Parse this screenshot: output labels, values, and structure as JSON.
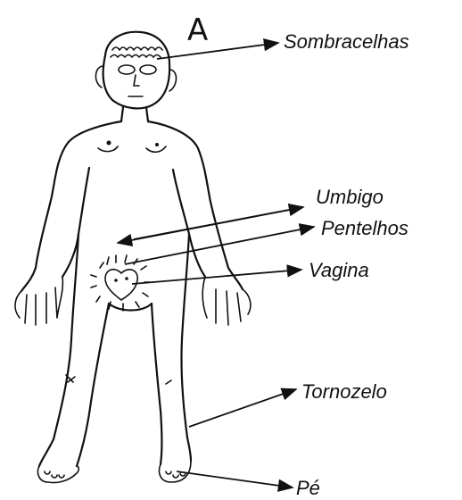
{
  "figure_letter": "A",
  "labels": [
    {
      "id": "sombracelhas",
      "text": "Sombracelhas"
    },
    {
      "id": "umbigo",
      "text": "Umbigo"
    },
    {
      "id": "pentelhos",
      "text": "Pentelhos"
    },
    {
      "id": "vagina",
      "text": "Vagina"
    },
    {
      "id": "tornozelo",
      "text": "Tornozelo"
    },
    {
      "id": "pe",
      "text": "Pé"
    }
  ]
}
